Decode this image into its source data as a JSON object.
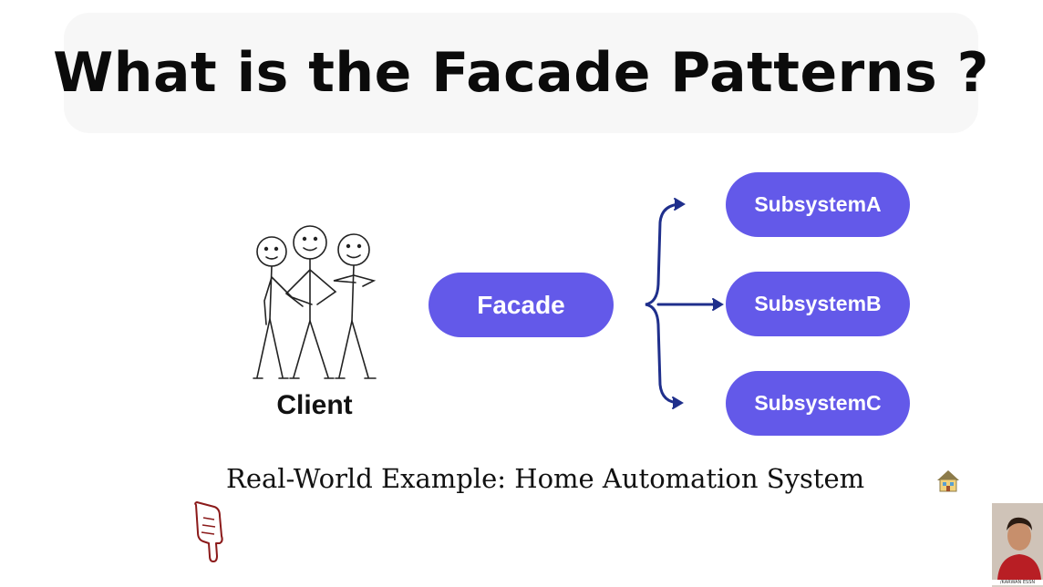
{
  "title": "What is the Facade Patterns ?",
  "client_label": "Client",
  "facade_label": "Facade",
  "subsystems": [
    "SubsystemA",
    "SubsystemB",
    "SubsystemC"
  ],
  "example_text": "Real-World Example: Home Automation System",
  "webcam_caption": "/KARWAN ESSN",
  "colors": {
    "pill": "#6359e9",
    "arrow": "#1f2f8c",
    "title_bg": "#f7f7f7"
  },
  "icons": [
    "house-icon",
    "pointing-down-hand-icon",
    "stick-figures-group"
  ]
}
